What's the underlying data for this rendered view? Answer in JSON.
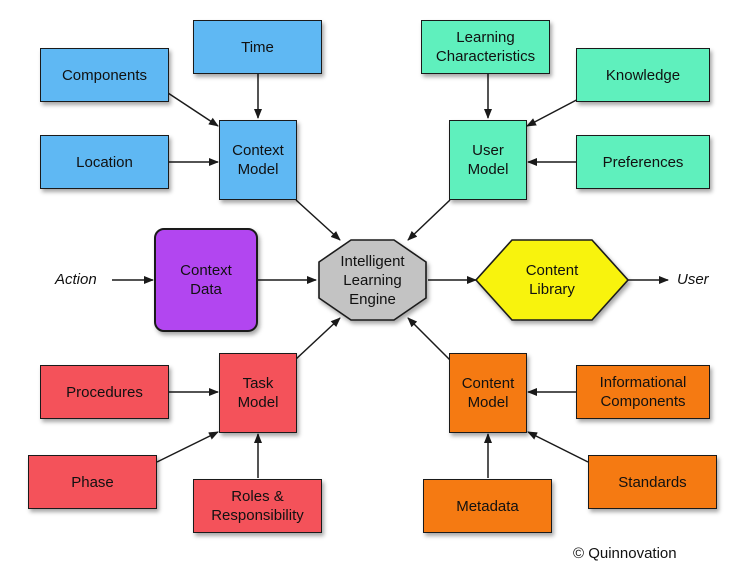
{
  "nodes": {
    "time": "Time",
    "components": "Components",
    "location": "Location",
    "context_model": "Context\nModel",
    "learning_characteristics": "Learning\nCharacteristics",
    "knowledge": "Knowledge",
    "preferences": "Preferences",
    "user_model": "User\nModel",
    "context_data": "Context\nData",
    "engine": "Intelligent\nLearning\nEngine",
    "content_library": "Content\nLibrary",
    "procedures": "Procedures",
    "task_model": "Task\nModel",
    "phase": "Phase",
    "roles": "Roles &\nResponsibility",
    "content_model": "Content\nModel",
    "informational_components": "Informational\nComponents",
    "standards": "Standards",
    "metadata": "Metadata"
  },
  "labels": {
    "action": "Action",
    "user": "User"
  },
  "credit": "© Quinnovation",
  "colors": {
    "context": "#5fb8f3",
    "user": "#5ff0bd",
    "task": "#f4525a",
    "content": "#f57a12",
    "context_data": "#b246f0",
    "engine": "#c3c3c3",
    "library": "#f8f30a"
  }
}
